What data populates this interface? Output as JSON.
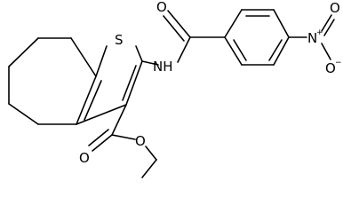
{
  "molecule": {
    "atoms": {
      "sulfur": "S",
      "amide_nh": "NH",
      "amide_o": "O",
      "nitro_n": "N",
      "nitro_n_charge": "+",
      "nitro_o_top": "O",
      "nitro_o_bottom": "O",
      "nitro_o_charge": "−",
      "ester_o_carbonyl": "O",
      "ester_o_single": "O"
    }
  }
}
